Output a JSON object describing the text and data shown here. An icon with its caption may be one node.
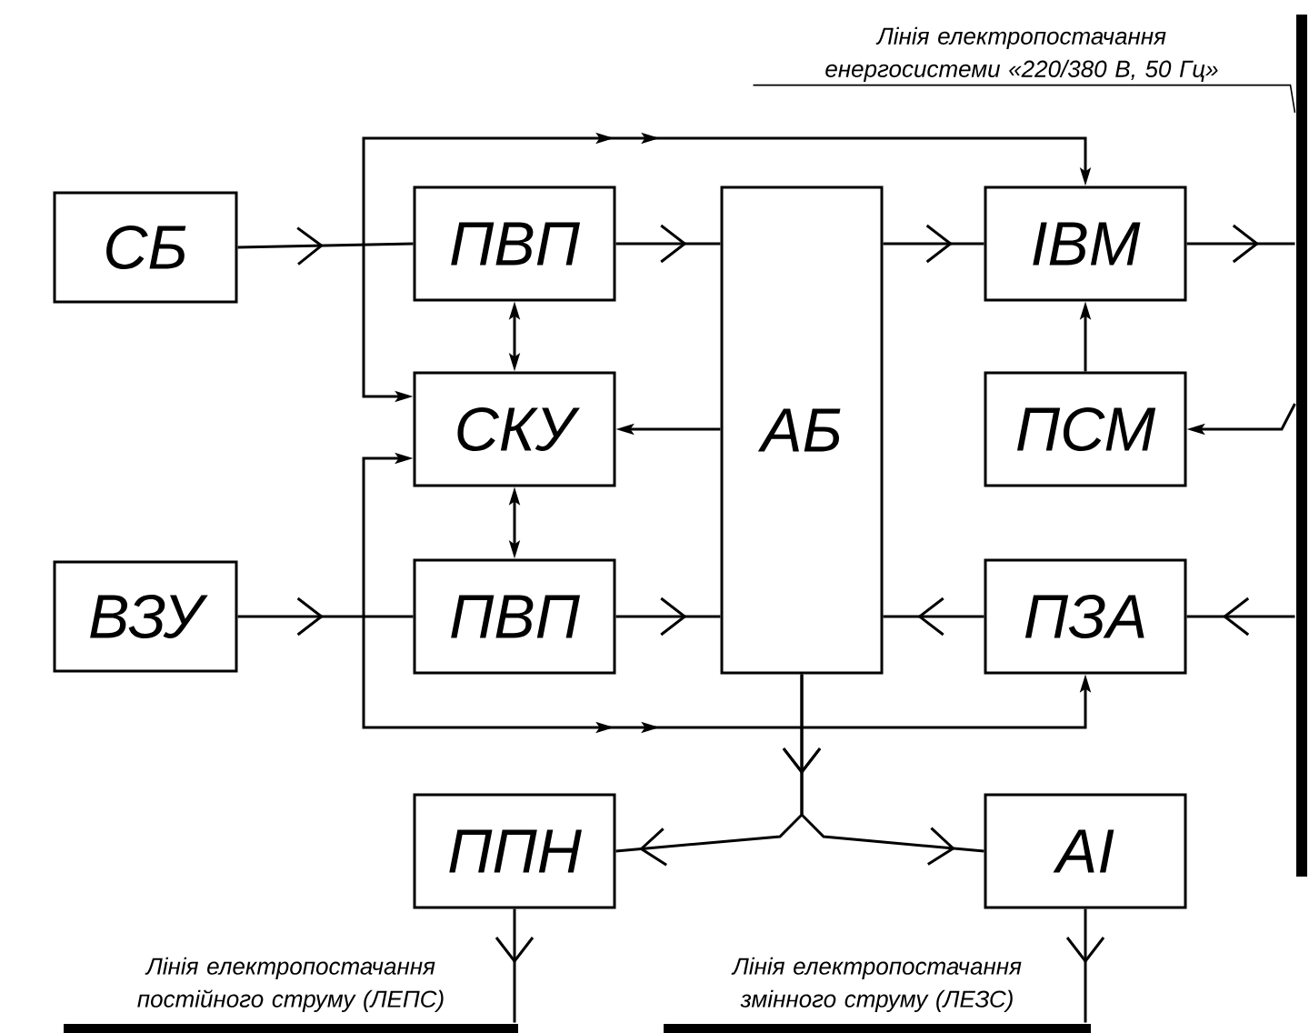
{
  "diagram": {
    "nodes": [
      {
        "text": [
          "СБ"
        ]
      },
      {
        "text": [
          "ПВП"
        ]
      },
      {
        "text": [
          "АБ"
        ]
      },
      {
        "text": [
          "ІВМ"
        ]
      },
      {
        "text": [
          "СКУ"
        ]
      },
      {
        "text": [
          "ПСМ"
        ]
      },
      {
        "text": [
          "ВЗУ"
        ]
      },
      {
        "text": [
          "ПВП"
        ]
      },
      {
        "text": [
          "ПЗА"
        ]
      },
      {
        "text": [
          "ППН"
        ]
      },
      {
        "text": [
          "АІ"
        ]
      },
      {
        "text": [
          "Лінія електропостачання енергосистеми «220/380 В, 50 Гц»"
        ]
      },
      {
        "text": [],
        "shape": "bar"
      },
      {
        "text": [],
        "shape": "bar",
        "beside": [
          "Лінія електропостачання постійного струму (ЛЕПС)"
        ]
      },
      {
        "text": [],
        "shape": "bar",
        "beside": [
          "Лінія електропостачання змінного струму (ЛЕЗС)"
        ]
      }
    ],
    "edges": [
      {
        "from": 0,
        "to": 1,
        "arrow": "to"
      },
      {
        "from": 1,
        "to": 2,
        "arrow": "to"
      },
      {
        "from": 2,
        "to": 3,
        "arrow": "to"
      },
      {
        "from": 3,
        "to": 12,
        "arrow": "to"
      },
      {
        "from": 1,
        "to": 4,
        "arrow": "both"
      },
      {
        "from": 4,
        "to": 7,
        "arrow": "both"
      },
      {
        "from": 2,
        "to": 4,
        "arrow": "to"
      },
      {
        "from": 5,
        "to": 3,
        "arrow": "to"
      },
      {
        "from": 12,
        "to": 5,
        "arrow": "to"
      },
      {
        "from": 6,
        "to": 7,
        "arrow": "to"
      },
      {
        "from": 7,
        "to": 2,
        "arrow": "to"
      },
      {
        "from": 8,
        "to": 2,
        "arrow": "to"
      },
      {
        "from": 12,
        "to": 8,
        "arrow": "to"
      },
      {
        "from": 4,
        "to": 3,
        "arrow": "both"
      },
      {
        "from": 4,
        "to": 8,
        "arrow": "both"
      },
      {
        "from": 2,
        "to": 9,
        "arrow": "to"
      },
      {
        "from": 2,
        "to": 10,
        "arrow": "to"
      },
      {
        "from": 9,
        "to": 13,
        "arrow": "to"
      },
      {
        "from": 10,
        "to": 14,
        "arrow": "to"
      },
      {
        "from": 11,
        "to": 12,
        "arrow": "none"
      }
    ]
  }
}
